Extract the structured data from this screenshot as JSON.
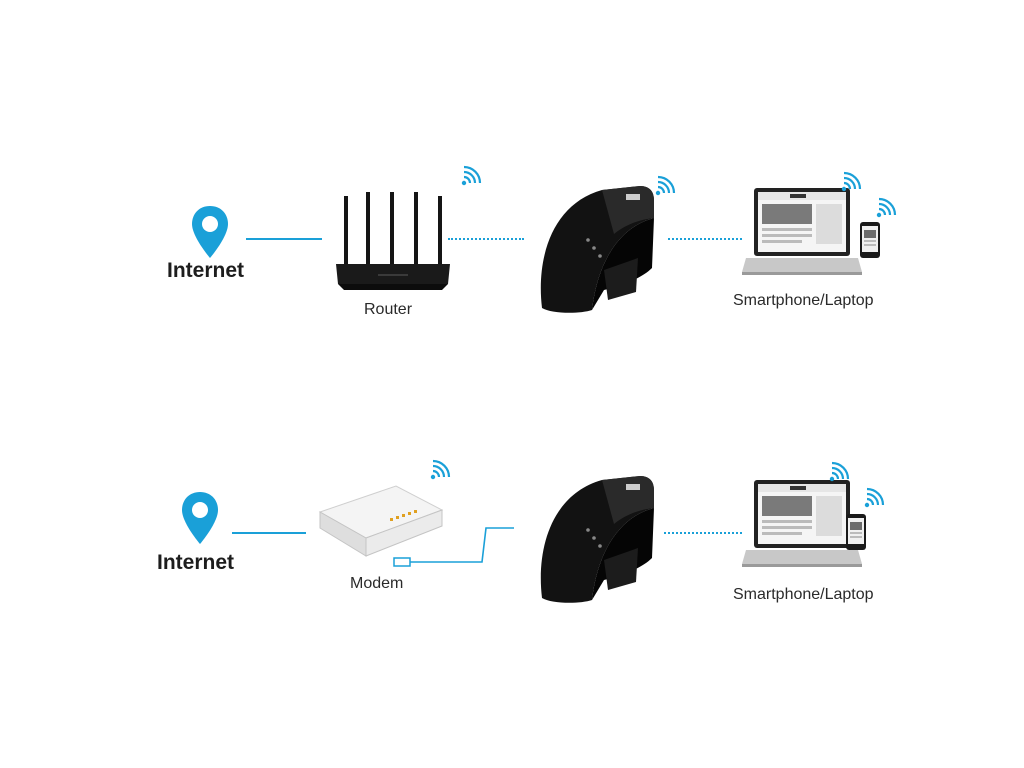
{
  "colors": {
    "accent": "#1aa0d8",
    "device": "#111111",
    "modem_body": "#f2f2f2"
  },
  "rows": [
    {
      "source_label": "Internet",
      "gateway_label": "Router",
      "client_label": "Smartphone/Laptop"
    },
    {
      "source_label": "Internet",
      "gateway_label": "Modem",
      "client_label": "Smartphone/Laptop"
    }
  ],
  "icons": {
    "location": "location-pin-icon",
    "wifi": "wifi-signal-icon"
  }
}
